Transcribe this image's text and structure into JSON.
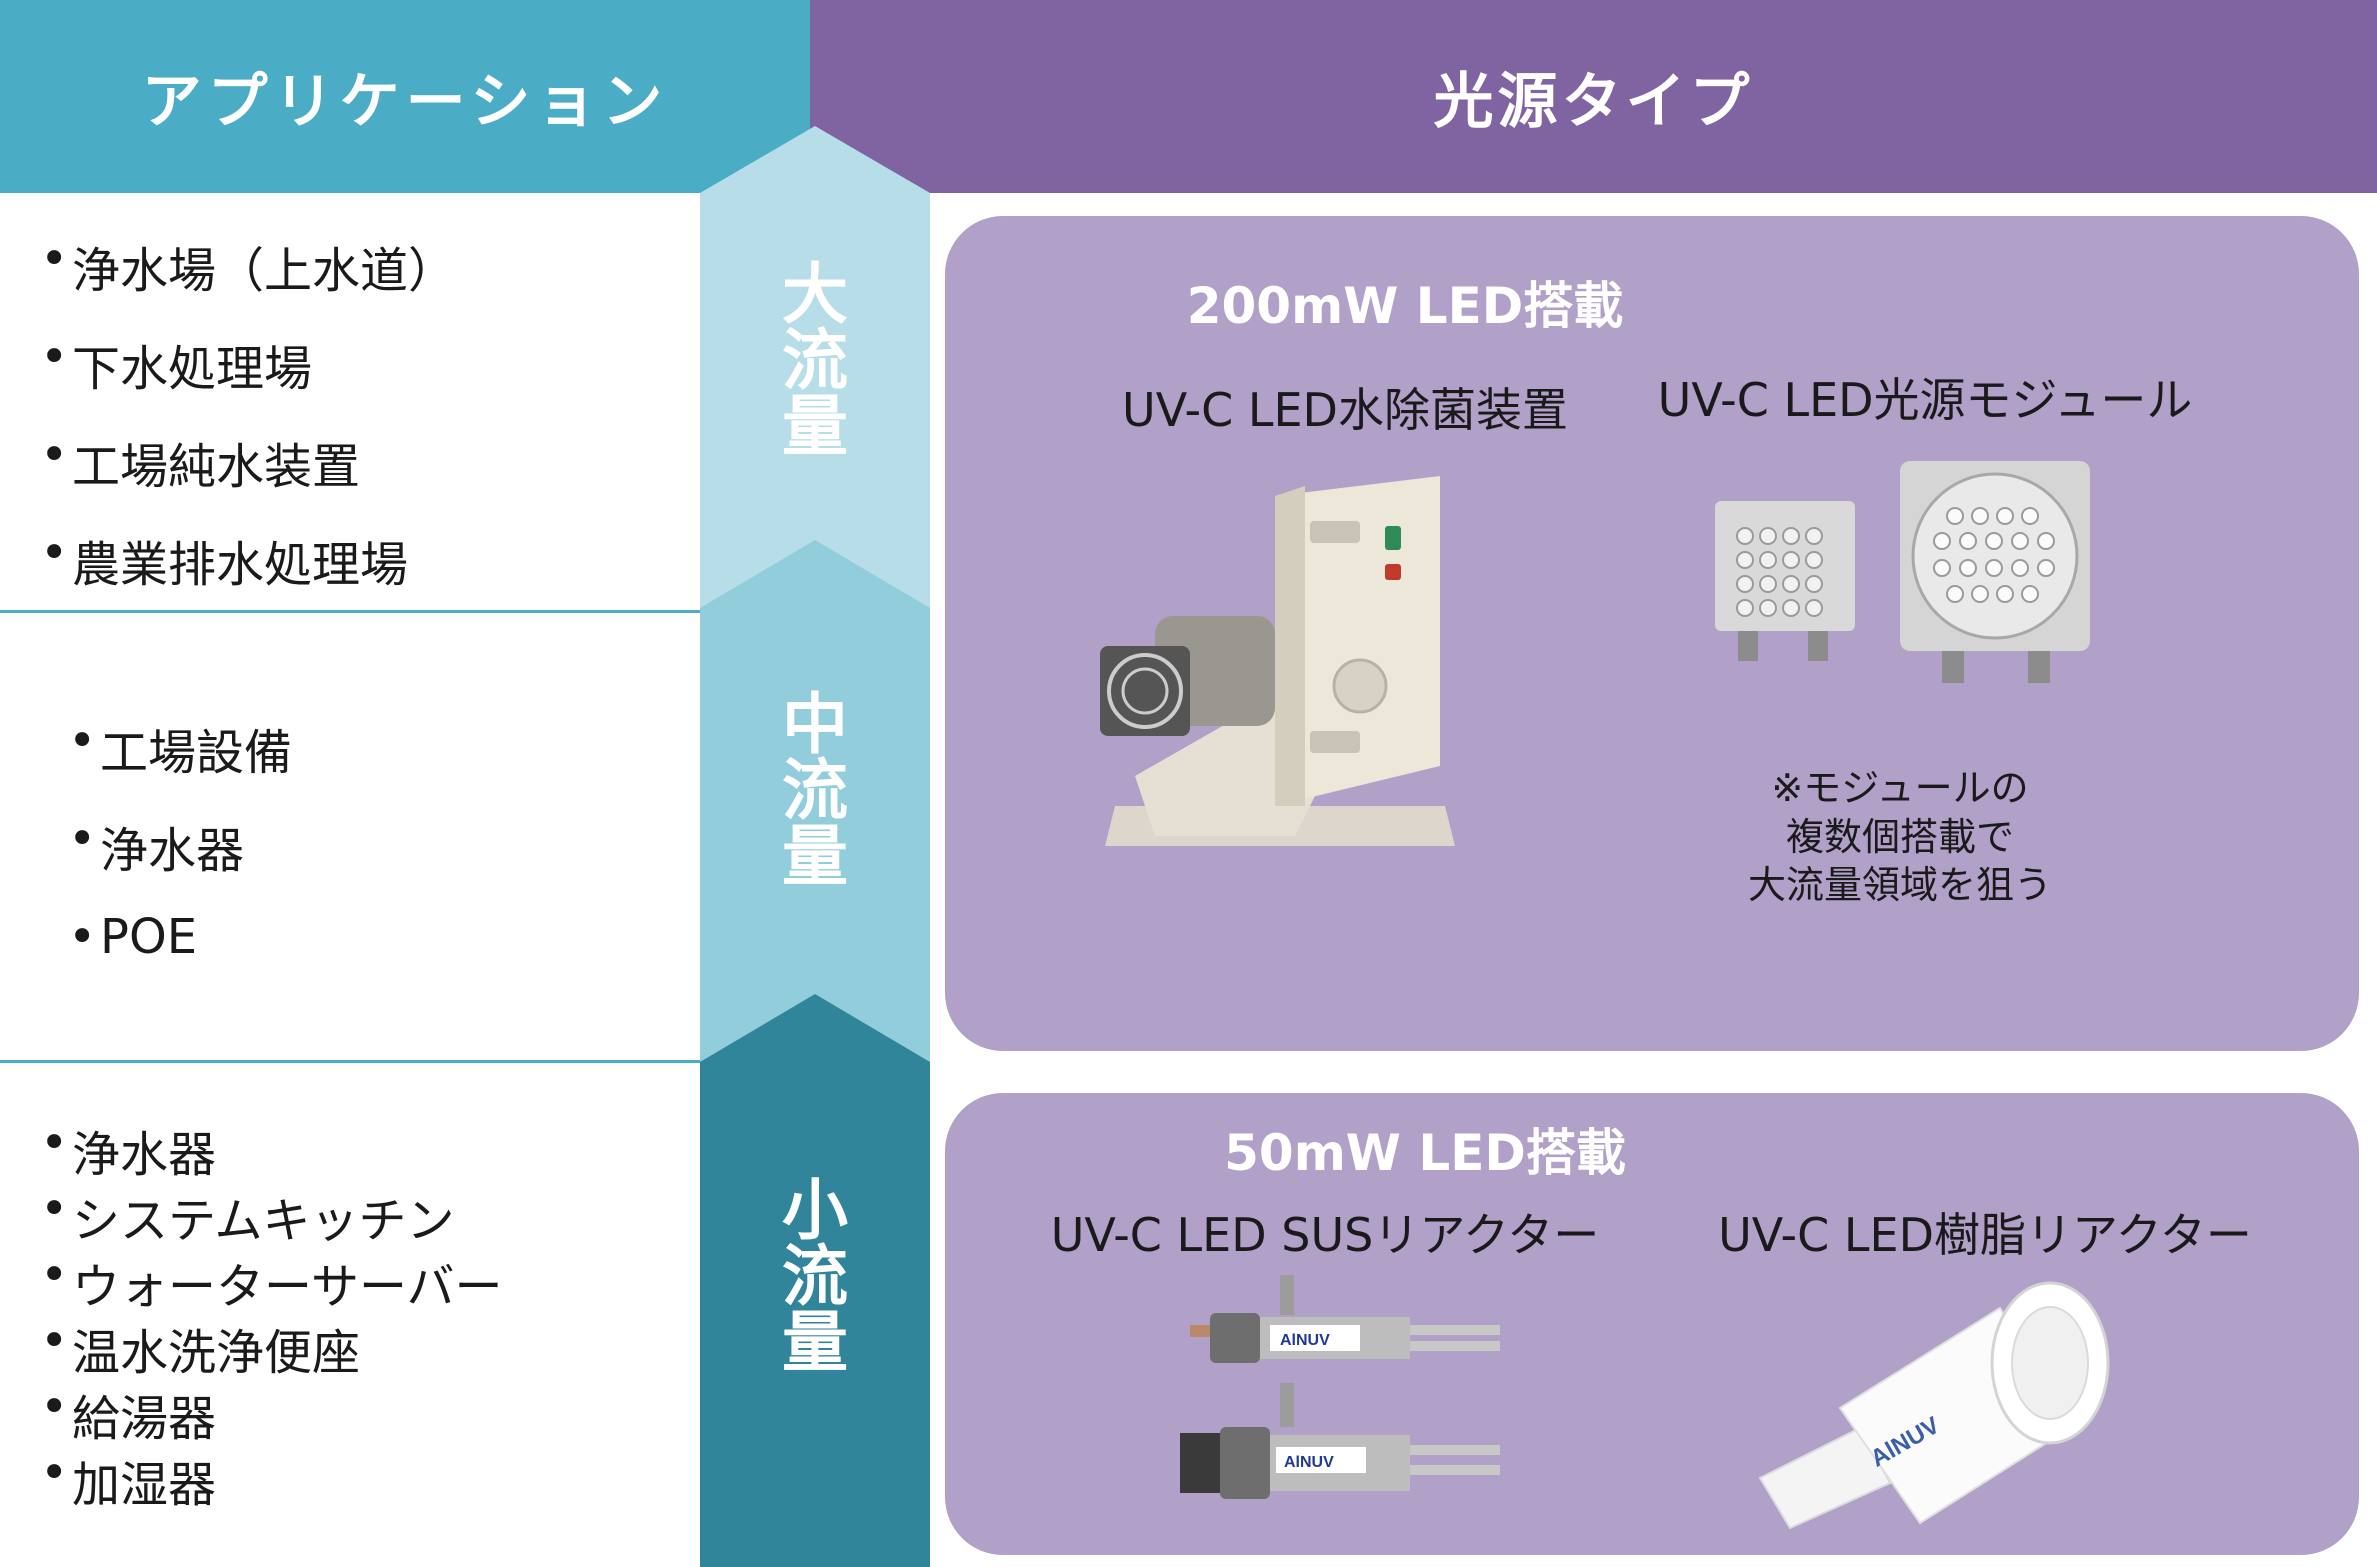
{
  "header": {
    "applications": "アプリケーション",
    "light_source_type": "光源タイプ"
  },
  "flow_levels": [
    {
      "label": [
        "大",
        "流",
        "量"
      ]
    },
    {
      "label": [
        "中",
        "流",
        "量"
      ]
    },
    {
      "label": [
        "小",
        "流",
        "量"
      ]
    }
  ],
  "applications": {
    "large": [
      "浄水場（上水道）",
      "下水処理場",
      "工場純水装置",
      "農業排水処理場"
    ],
    "medium": [
      "工場設備",
      "浄水器",
      "POE"
    ],
    "small": [
      "浄水器",
      "システムキッチン",
      "ウォーターサーバー",
      "温水洗浄便座",
      "給湯器",
      "加湿器"
    ]
  },
  "panels": {
    "high_power": {
      "title": "200mW LED搭載",
      "products": [
        "UV-C LED水除菌装置",
        "UV-C LED光源モジュール"
      ],
      "note": [
        "※モジュールの",
        "複数個搭載で",
        "大流量領域を狙う"
      ]
    },
    "low_power": {
      "title": "50mW LED搭載",
      "products": [
        "UV-C LED SUSリアクター",
        "UV-C LED樹脂リアクター"
      ],
      "brand": "AlNUV"
    }
  },
  "colors": {
    "header_left": "#4bacc6",
    "header_right": "#8064a2",
    "panel": "#b1a0c7",
    "flow_large": "#b7dde8",
    "flow_medium": "#92cddc",
    "flow_small": "#31859b"
  }
}
